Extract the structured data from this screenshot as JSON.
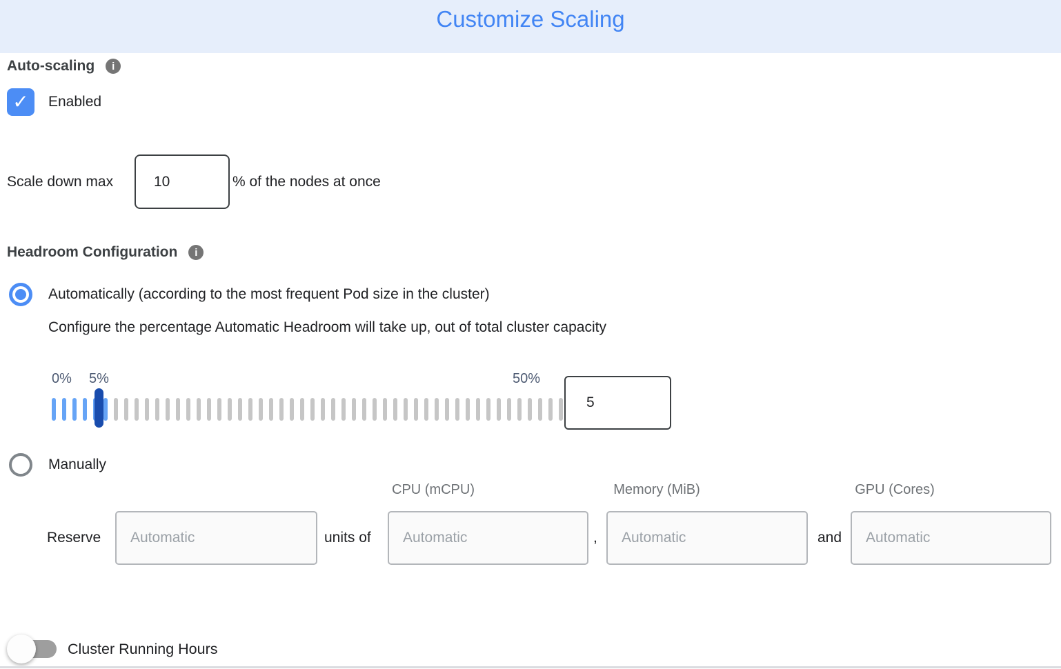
{
  "header": {
    "title": "Customize Scaling"
  },
  "icons": {
    "info_glyph": "i",
    "check_glyph": "✓"
  },
  "auto_scaling": {
    "label": "Auto-scaling",
    "enabled_label": "Enabled",
    "checkbox_checked": true
  },
  "scale_down": {
    "prefix": "Scale down max",
    "value": "10",
    "suffix": "% of the nodes at once"
  },
  "headroom": {
    "label": "Headroom Configuration",
    "auto_option": "Automatically (according to the most frequent Pod size in the cluster)",
    "auto_selected": true,
    "auto_description": "Configure the percentage Automatic Headroom will take up, out of total cluster capacity",
    "slider": {
      "min_label": "0%",
      "current_label": "5%",
      "max_label": "50%",
      "value": "5",
      "tick_count": 50,
      "filled_ticks": 6
    },
    "manual_option": "Manually",
    "manual_selected": false
  },
  "reserve": {
    "label": "Reserve",
    "units_of": "units of",
    "comma": ",",
    "and": "and",
    "placeholder": "Automatic",
    "columns": [
      "CPU (mCPU)",
      "Memory (MiB)",
      "GPU (Cores)"
    ]
  },
  "cluster_running_hours": {
    "label": "Cluster Running Hours",
    "enabled": false
  },
  "colors": {
    "header_bg": "#e6eefb",
    "title_blue": "#4285f4",
    "checkbox_blue": "#4c8df5",
    "radio_blue": "#4c8df5",
    "slider_fill_blue": "#66a4f6",
    "slider_handle_blue": "#194cad",
    "tick_gray": "#c6c6c6",
    "label_dark": "#3c4043",
    "placeholder_gray": "#9aa0a6"
  }
}
